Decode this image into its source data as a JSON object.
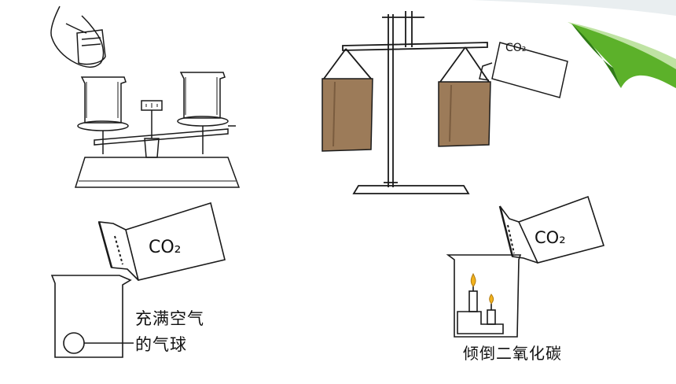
{
  "labels": {
    "co2_beaker_balloon": "CO₂",
    "co2_beaker_candles": "CO₂",
    "co2_balance_bag": "CO₂",
    "balloon_caption_line1": "充满空气",
    "balloon_caption_line2": "的气球",
    "pour_caption": "倾倒二氧化碳"
  },
  "colors": {
    "ink": "#1a1a1a",
    "bag_fill": "#9c7b59",
    "bag_dark": "#7a5c3f",
    "ribbon_green": "#5cb12a",
    "ribbon_dark": "#2f7a17",
    "flame": "#f2b21c"
  }
}
